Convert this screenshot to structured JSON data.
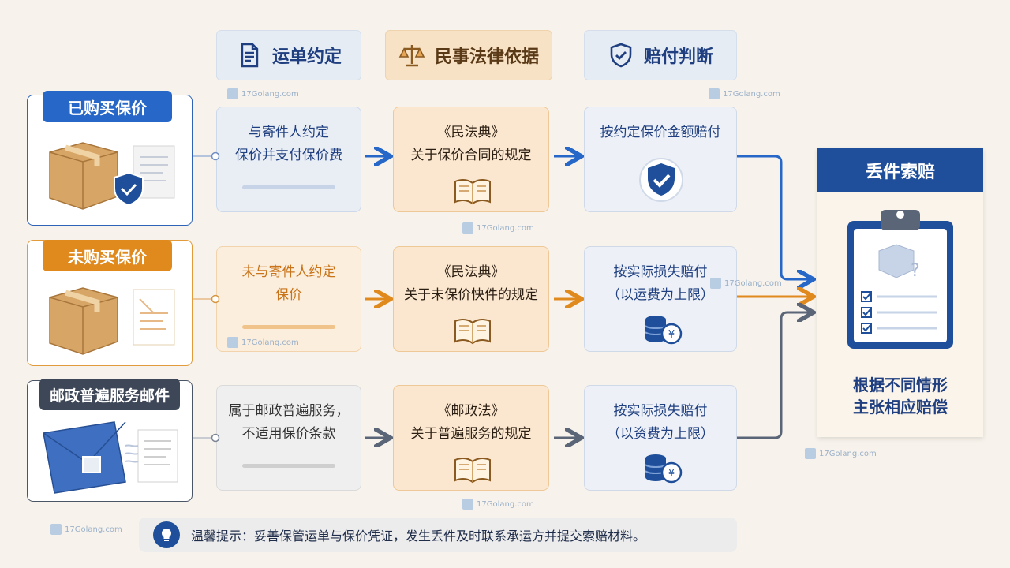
{
  "headers": {
    "waybill": "运单约定",
    "law": "民事法律依据",
    "judgement": "赔付判断"
  },
  "rows": [
    {
      "tag": "已购买保价",
      "agreement": [
        "与寄件人约定",
        "保价并支付保价费"
      ],
      "law": [
        "《民法典》",
        "关于保价合同的规定"
      ],
      "result": [
        "按约定保价金额赔付"
      ]
    },
    {
      "tag": "未购买保价",
      "agreement": [
        "未与寄件人约定",
        "保价"
      ],
      "law": [
        "《民法典》",
        "关于未保价快件的规定"
      ],
      "result": [
        "按实际损失赔付",
        "（以运费为上限）"
      ]
    },
    {
      "tag": "邮政普遍服务邮件",
      "agreement": [
        "属于邮政普遍服务，",
        "不适用保价条款"
      ],
      "law": [
        "《邮政法》",
        "关于普遍服务的规定"
      ],
      "result": [
        "按实际损失赔付",
        "（以资费为上限）"
      ]
    }
  ],
  "claim": {
    "title": "丢件索赔",
    "text": [
      "根据不同情形",
      "主张相应赔偿"
    ]
  },
  "tip": "温馨提示：妥善保管运单与保价凭证，发生丢件及时联系承运方并提交索赔材料。",
  "watermark": "17Golang.com",
  "colors": {
    "blue": "#1f4f9a",
    "orange": "#e08a1e",
    "gray": "#4a5566"
  }
}
